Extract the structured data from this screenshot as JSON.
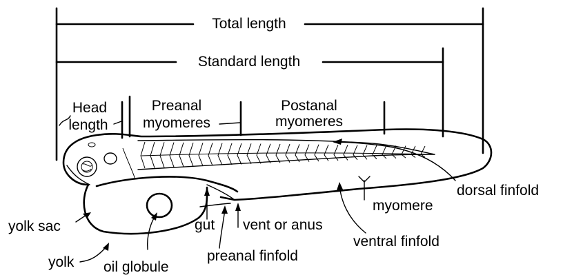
{
  "labels": {
    "total_length": "Total length",
    "standard_length": "Standard length",
    "head_length_1": "Head",
    "head_length_2": "length",
    "preanal_1": "Preanal",
    "preanal_2": "myomeres",
    "postanal_1": "Postanal",
    "postanal_2": "myomeres",
    "dorsal_finfold": "dorsal finfold",
    "myomere": "myomere",
    "ventral_finfold": "ventral finfold",
    "yolk_sac": "yolk sac",
    "yolk": "yolk",
    "oil_globule": "oil globule",
    "gut": "gut",
    "vent": "vent or anus",
    "preanal_finfold": "preanal finfold"
  }
}
